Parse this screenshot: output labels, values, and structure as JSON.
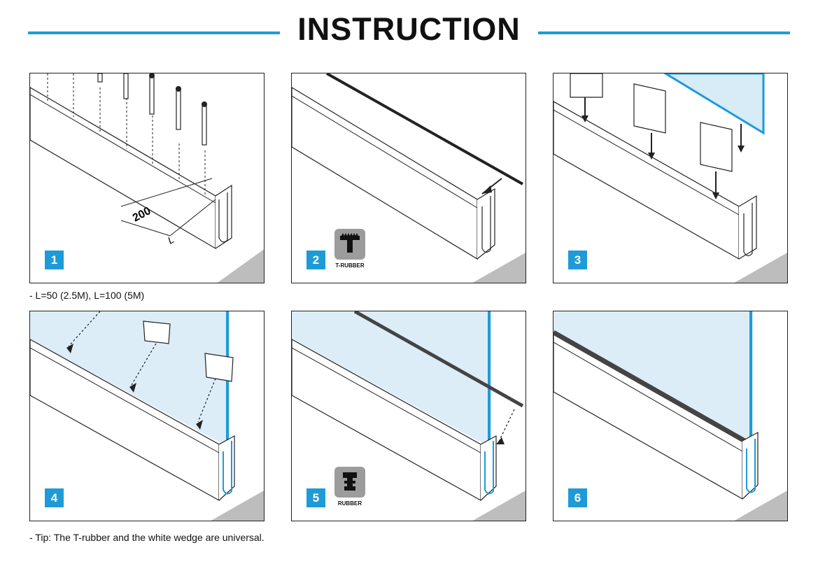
{
  "header": {
    "title": "INSTRUCTION",
    "accent_color": "#1e9bd7"
  },
  "steps": [
    {
      "number": "1",
      "dimension_label": "200",
      "length_label": "L"
    },
    {
      "number": "2",
      "icon_label": "T-RUBBER"
    },
    {
      "number": "3"
    },
    {
      "number": "4"
    },
    {
      "number": "5",
      "icon_label": "RUBBER"
    },
    {
      "number": "6"
    }
  ],
  "notes": {
    "length_note": "- L=50 (2.5M), L=100 (5M)",
    "tip": "- Tip: The T-rubber and the white wedge are universal."
  }
}
